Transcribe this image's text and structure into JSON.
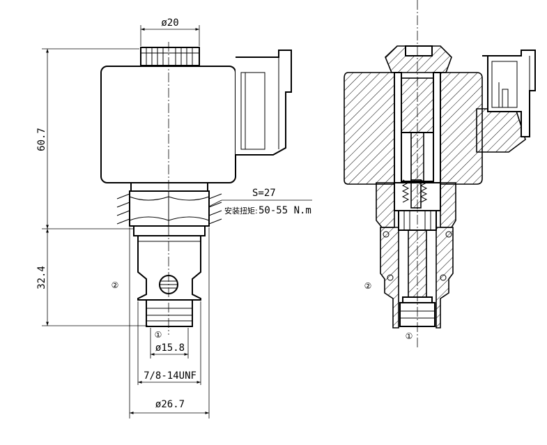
{
  "dimensions": {
    "dia_top": "ø20",
    "height_upper": "60.7",
    "height_lower": "32.4",
    "wrench_size": "S=27",
    "torque_label": "安装扭矩:",
    "torque_value": "50-55 N.m",
    "dia_seat": "ø15.8",
    "thread": "7/8-14UNF",
    "dia_body": "ø26.7"
  },
  "ports": {
    "port_2": "②",
    "port_1": "①"
  }
}
